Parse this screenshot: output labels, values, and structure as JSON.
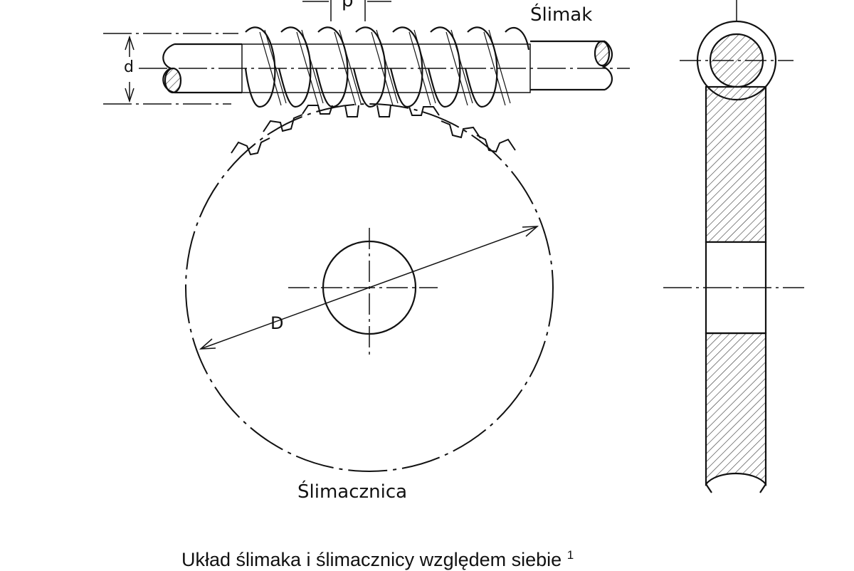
{
  "labels": {
    "pitch": "p",
    "worm": "Ślimak",
    "worm_diameter": "d",
    "wheel_diameter": "D",
    "wheel": "Ślimacznica"
  },
  "caption": {
    "text": "Układ ślimaka i ślimacznicy względem siebie",
    "footnote": "1"
  },
  "colors": {
    "ink": "#111111",
    "background": "#ffffff"
  }
}
